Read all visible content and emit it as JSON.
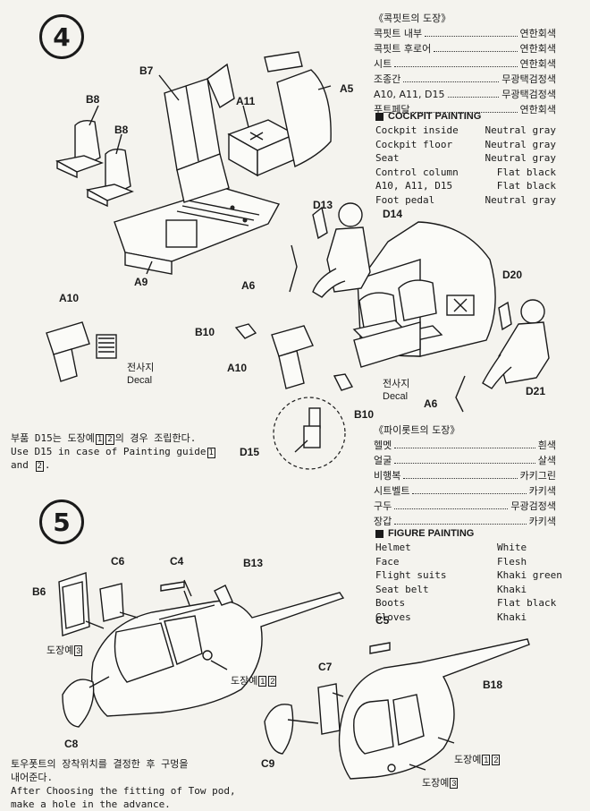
{
  "steps": {
    "step4": "4",
    "step5": "5"
  },
  "cockpit_ko": {
    "title": "《콕핏트의 도장》",
    "rows": [
      {
        "k": "콕핏트 내부",
        "v": "연한회색"
      },
      {
        "k": "콕핏트 후로어",
        "v": "연한회색"
      },
      {
        "k": "시트",
        "v": "연한회색"
      },
      {
        "k": "조종간",
        "v": "무광택검정색"
      },
      {
        "k": "A10, A11, D15",
        "v": "무광택검정색"
      },
      {
        "k": "푸트페달",
        "v": "연한회색"
      }
    ]
  },
  "cockpit_en": {
    "title": "COCKPIT PAINTING",
    "rows": [
      {
        "k": "Cockpit inside",
        "v": "Neutral gray"
      },
      {
        "k": "Cockpit floor",
        "v": "Neutral gray"
      },
      {
        "k": "Seat",
        "v": "Neutral gray"
      },
      {
        "k": "Control column",
        "v": "Flat black"
      },
      {
        "k": "A10, A11, D15",
        "v": "Flat black"
      },
      {
        "k": "Foot pedal",
        "v": "Neutral gray"
      }
    ]
  },
  "pilot_ko": {
    "title": "《파이롯트의 도장》",
    "rows": [
      {
        "k": "헬멧",
        "v": "흰색"
      },
      {
        "k": "얼굴",
        "v": "살색"
      },
      {
        "k": "비행복",
        "v": "카키그린"
      },
      {
        "k": "시트벨트",
        "v": "카키색"
      },
      {
        "k": "구두",
        "v": "무광검정색"
      },
      {
        "k": "장갑",
        "v": "카키색"
      }
    ]
  },
  "pilot_en": {
    "title": "FIGURE PAINTING",
    "rows": [
      {
        "k": "Helmet",
        "v": "White"
      },
      {
        "k": "Face",
        "v": "Flesh"
      },
      {
        "k": "Flight suits",
        "v": "Khaki green"
      },
      {
        "k": "Seat belt",
        "v": "Khaki"
      },
      {
        "k": "Boots",
        "v": "Flat black"
      },
      {
        "k": "Gloves",
        "v": "Khaki"
      }
    ]
  },
  "parts": {
    "B7": "B7",
    "A5": "A5",
    "B8a": "B8",
    "B8b": "B8",
    "A11": "A11",
    "A9": "A9",
    "D13": "D13",
    "D14": "D14",
    "A6a": "A6",
    "A6b": "A6",
    "D20": "D20",
    "D21": "D21",
    "A10a": "A10",
    "A10b": "A10",
    "B10a": "B10",
    "B10b": "B10",
    "D15": "D15",
    "C6": "C6",
    "C4": "C4",
    "B13": "B13",
    "B6": "B6",
    "C8": "C8",
    "C5": "C5",
    "C7": "C7",
    "B18": "B18",
    "C9": "C9"
  },
  "decal": {
    "ko": "전사지",
    "en": "Decal"
  },
  "d15_note": {
    "ko_a": "부품 D15는 도장예",
    "n1": "1",
    "n2": "2",
    "ko_b": "의 경우 조립한다.",
    "en_a": "Use D15 in case of Painting guide",
    "en_b": "and"
  },
  "paint_ex": {
    "ko": "도장예",
    "n1": "1",
    "n2": "2",
    "n3": "3"
  },
  "towpod_note": {
    "ko_1": "토우폿트의 장착위치를 결정한 후 구멍을",
    "ko_2": "내어준다.",
    "en_1": "After Choosing the fitting of Tow pod,",
    "en_2": "make a hole in the advance."
  }
}
